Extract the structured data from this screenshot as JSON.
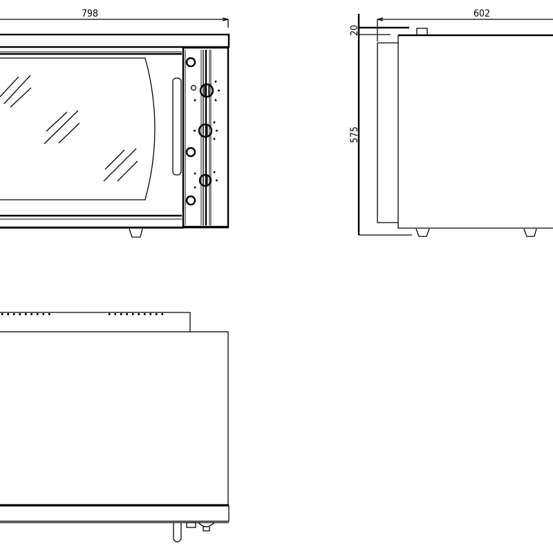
{
  "drawing": {
    "units": "mm",
    "front_view": {
      "width_dimension": "798"
    },
    "side_view": {
      "depth_dimension": "602",
      "top_offset_dimension": "20",
      "height_dimension": "575"
    },
    "colors": {
      "line": "#000000",
      "background": "#ffffff"
    }
  }
}
